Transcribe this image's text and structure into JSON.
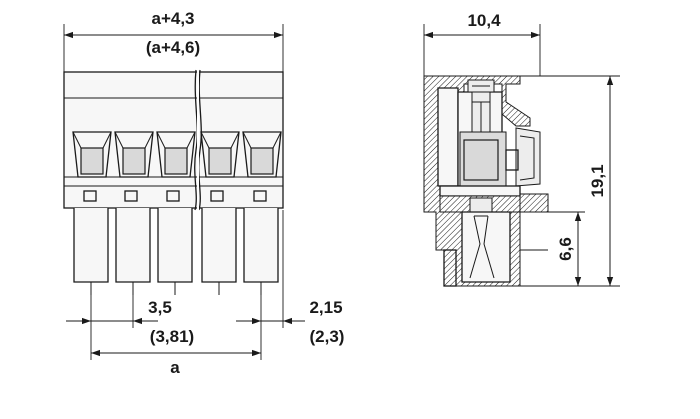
{
  "front_view": {
    "overall_width": "a+4,3",
    "overall_width_alt": "(a+4,6)",
    "pitch": "3,5",
    "pitch_alt": "(3,81)",
    "edge_offset": "2,15",
    "edge_offset_alt": "(2,3)",
    "span": "a"
  },
  "side_view": {
    "depth": "10,4",
    "height": "19,1",
    "pin_height": "6,6"
  }
}
